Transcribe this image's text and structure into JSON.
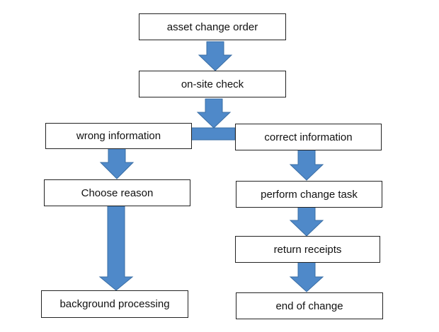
{
  "diagram": {
    "colors": {
      "arrow_fill": "#4f89c9",
      "arrow_stroke": "#3a6ea5",
      "box_border": "#222222",
      "text": "#111111",
      "background": "#ffffff"
    },
    "nodes": {
      "asset_change_order": "asset change order",
      "on_site_check": "on-site check",
      "wrong_information": "wrong information",
      "correct_information": "correct information",
      "choose_reason": "Choose reason",
      "perform_change_task": "perform change task",
      "return_receipts": "return receipts",
      "background_processing": "background processing",
      "end_of_change": "end of change"
    },
    "edges": [
      {
        "from": "asset_change_order",
        "to": "on_site_check"
      },
      {
        "from": "on_site_check",
        "to": "wrong_information"
      },
      {
        "from": "on_site_check",
        "to": "correct_information"
      },
      {
        "from": "wrong_information",
        "to": "choose_reason"
      },
      {
        "from": "choose_reason",
        "to": "background_processing"
      },
      {
        "from": "correct_information",
        "to": "perform_change_task"
      },
      {
        "from": "perform_change_task",
        "to": "return_receipts"
      },
      {
        "from": "return_receipts",
        "to": "end_of_change"
      }
    ]
  }
}
